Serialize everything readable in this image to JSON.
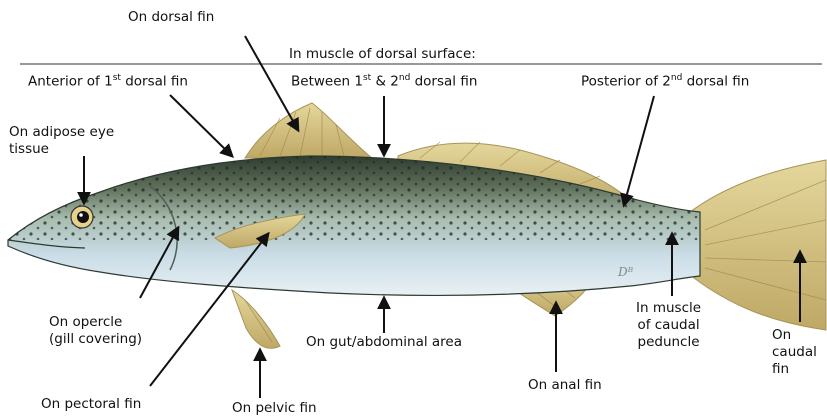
{
  "header": {
    "title": "In muscle of dorsal surface:",
    "anterior": {
      "pre": "Anterior of 1",
      "sup": "st",
      "post": " dorsal fin"
    },
    "between": {
      "pre": "Between 1",
      "sup1": "st",
      "mid": " & 2",
      "sup2": "nd",
      "post": " dorsal fin"
    },
    "posterior": {
      "pre": "Posterior of 2",
      "sup": "nd",
      "post": " dorsal fin"
    }
  },
  "labels": {
    "dorsal_fin": "On dorsal fin",
    "adipose_eye": "On adipose eye\ntissue",
    "opercle": "On opercle\n(gill covering)",
    "pectoral_fin": "On pectoral fin",
    "pelvic_fin": "On pelvic fin",
    "gut": "On gut/abdominal area",
    "anal_fin": "On anal fin",
    "caudal_peduncle": "In muscle\nof  caudal\npeduncle",
    "caudal_fin": "On\ncaudal\nfin"
  },
  "colors": {
    "arrow": "#111111",
    "fin": "#d9c98a",
    "back": "#3d4a3a",
    "flank": "#a9c0b2",
    "belly": "#d7e6ee"
  }
}
